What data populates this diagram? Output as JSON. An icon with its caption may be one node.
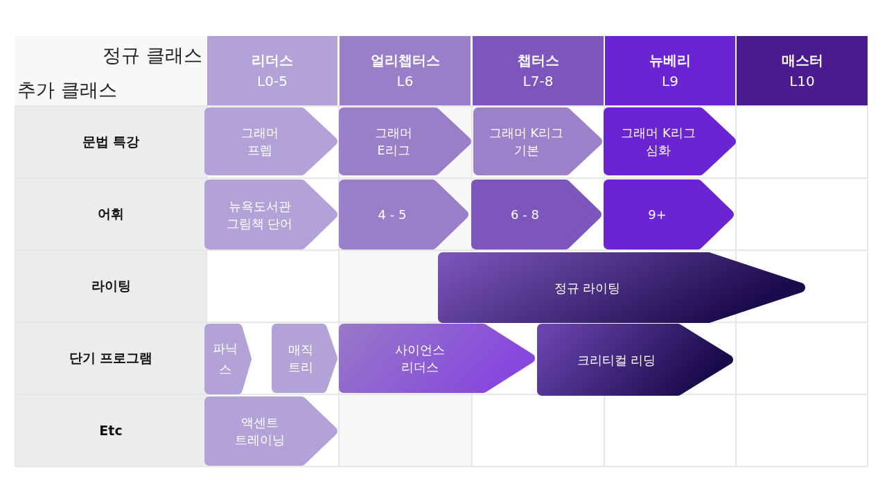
{
  "diagram": {
    "nodes": [
      {
        "text": [
          "리더스",
          "L0-5"
        ]
      },
      {
        "text": [
          "얼리챕터스",
          "L6"
        ]
      },
      {
        "text": [
          "챕터스",
          "L7-8"
        ]
      },
      {
        "text": [
          "뉴베리",
          "L9"
        ]
      },
      {
        "text": [
          "매스터",
          "L10"
        ]
      },
      {
        "text": [
          "문법 특강"
        ]
      },
      {
        "text": [
          "그래머 프렙"
        ]
      },
      {
        "text": [
          "그래머 E리그"
        ]
      },
      {
        "text": [
          "그래머 K리그 기본"
        ]
      },
      {
        "text": [
          "그래머 K리그 심화"
        ]
      },
      {
        "text": [
          "어휘"
        ]
      },
      {
        "text": [
          "뉴욕도서관 그림책 단어"
        ]
      },
      {
        "text": [
          "4 - 5"
        ]
      },
      {
        "text": [
          "6 - 8"
        ]
      },
      {
        "text": [
          "9+"
        ]
      },
      {
        "text": [
          "라이팅"
        ]
      },
      {
        "text": [
          "정규 라이팅"
        ]
      },
      {
        "text": [
          "단기 프로그램"
        ]
      },
      {
        "text": [
          "파닉스"
        ]
      },
      {
        "text": [
          "매직 트리"
        ]
      },
      {
        "text": [
          "사이언스 리더스"
        ]
      },
      {
        "text": [
          "크리티컬 리딩"
        ]
      },
      {
        "text": [
          "Etc"
        ]
      },
      {
        "text": [
          "액센트 트레이닝"
        ]
      }
    ],
    "labels": [
      "정규 클래스",
      "추가 클래스"
    ]
  }
}
